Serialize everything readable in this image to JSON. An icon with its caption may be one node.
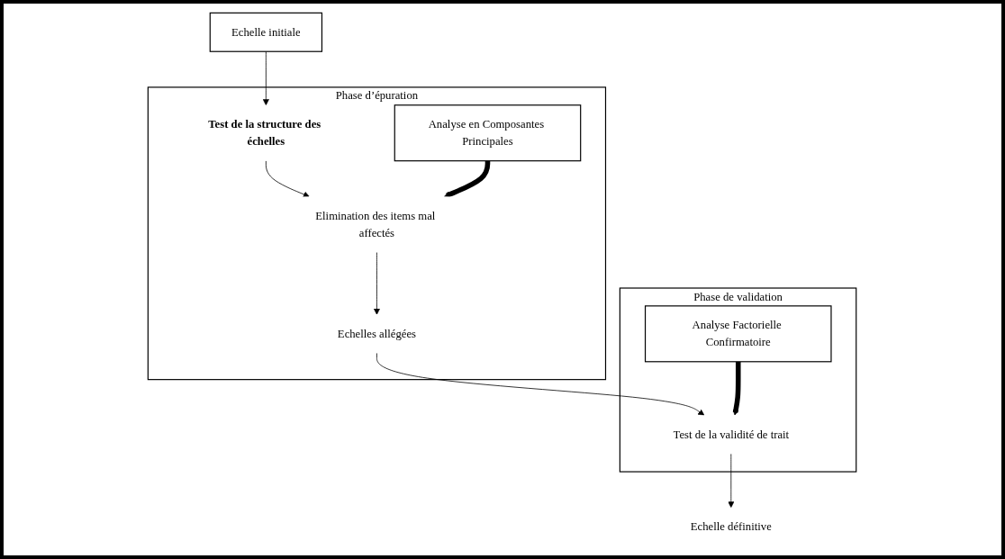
{
  "diagram": {
    "nodes": [
      {
        "text": [
          "Echelle initiale"
        ]
      },
      {
        "text": [
          "Phase d’épuration"
        ]
      },
      {
        "text": [
          "Test de la structure des échelles"
        ],
        "in": 1
      },
      {
        "text": [
          "Analyse en Composantes Principales"
        ],
        "in": 1
      },
      {
        "text": [
          "Elimination des items mal affectés"
        ],
        "in": 1
      },
      {
        "text": [
          "Echelles allégées"
        ],
        "in": 1
      },
      {
        "text": [
          "Phase de validation"
        ]
      },
      {
        "text": [
          "Analyse Factorielle Confirmatoire"
        ],
        "in": 6
      },
      {
        "text": [
          "Test de la validité de trait"
        ],
        "in": 6
      },
      {
        "text": [
          "Echelle définitive"
        ]
      }
    ],
    "edges": [
      {
        "from": 0,
        "to": 2,
        "arrow": "to"
      },
      {
        "from": 2,
        "to": 4,
        "arrow": "to"
      },
      {
        "from": 3,
        "to": 4,
        "arrow": "to",
        "style": "thick"
      },
      {
        "from": 4,
        "to": 5,
        "arrow": "to"
      },
      {
        "from": 5,
        "to": 8,
        "arrow": "to"
      },
      {
        "from": 7,
        "to": 8,
        "arrow": "to",
        "style": "thick"
      },
      {
        "from": 8,
        "to": 9,
        "arrow": "to"
      }
    ]
  }
}
